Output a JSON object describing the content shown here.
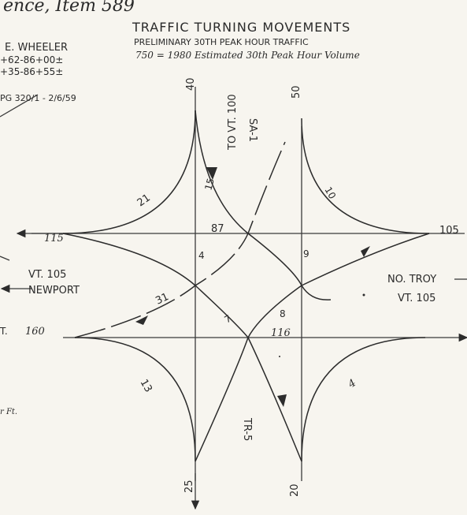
{
  "header": {
    "corner_note": "ence, Item 589",
    "title": "TRAFFIC TURNING MOVEMENTS",
    "subtitle": "PRELIMINARY 30TH PEAK HOUR TRAFFIC",
    "legend": "750 = 1980 Estimated 30th Peak Hour Volume"
  },
  "left_notes": {
    "name": "E. WHEELER",
    "line1": "+62-86+00±",
    "line2": "+35-86+55±",
    "line3": "PG 320/1 - 2/6/59",
    "footnote": "r Ft."
  },
  "roads": {
    "north_label": "TO VT. 100",
    "north_sublabel": "SA-1",
    "west_label": "VT. 105",
    "west_sublabel": "NEWPORT",
    "east_label": "NO. TROY",
    "east_sublabel": "VT. 105",
    "south_label": "TR-5"
  },
  "volumes": {
    "north_in": "40",
    "north_out": "50",
    "west_out": "115",
    "west_in": "160",
    "east_in": "105",
    "south_out": "25",
    "south_in": "20",
    "through_ew_top": "87",
    "through_ew_bottom": "116",
    "turn_nw": "21",
    "turn_n_sw": "15",
    "turn_ne": "10",
    "turn_sw_upper": "31",
    "turn_sw_lower": "13",
    "turn_se": "4",
    "center_4": "4",
    "center_9": "9",
    "center_7": "7",
    "center_8": "8",
    "t_mark": "T."
  },
  "colors": {
    "ink": "#2a2a2a",
    "paper": "#f7f5ef"
  }
}
